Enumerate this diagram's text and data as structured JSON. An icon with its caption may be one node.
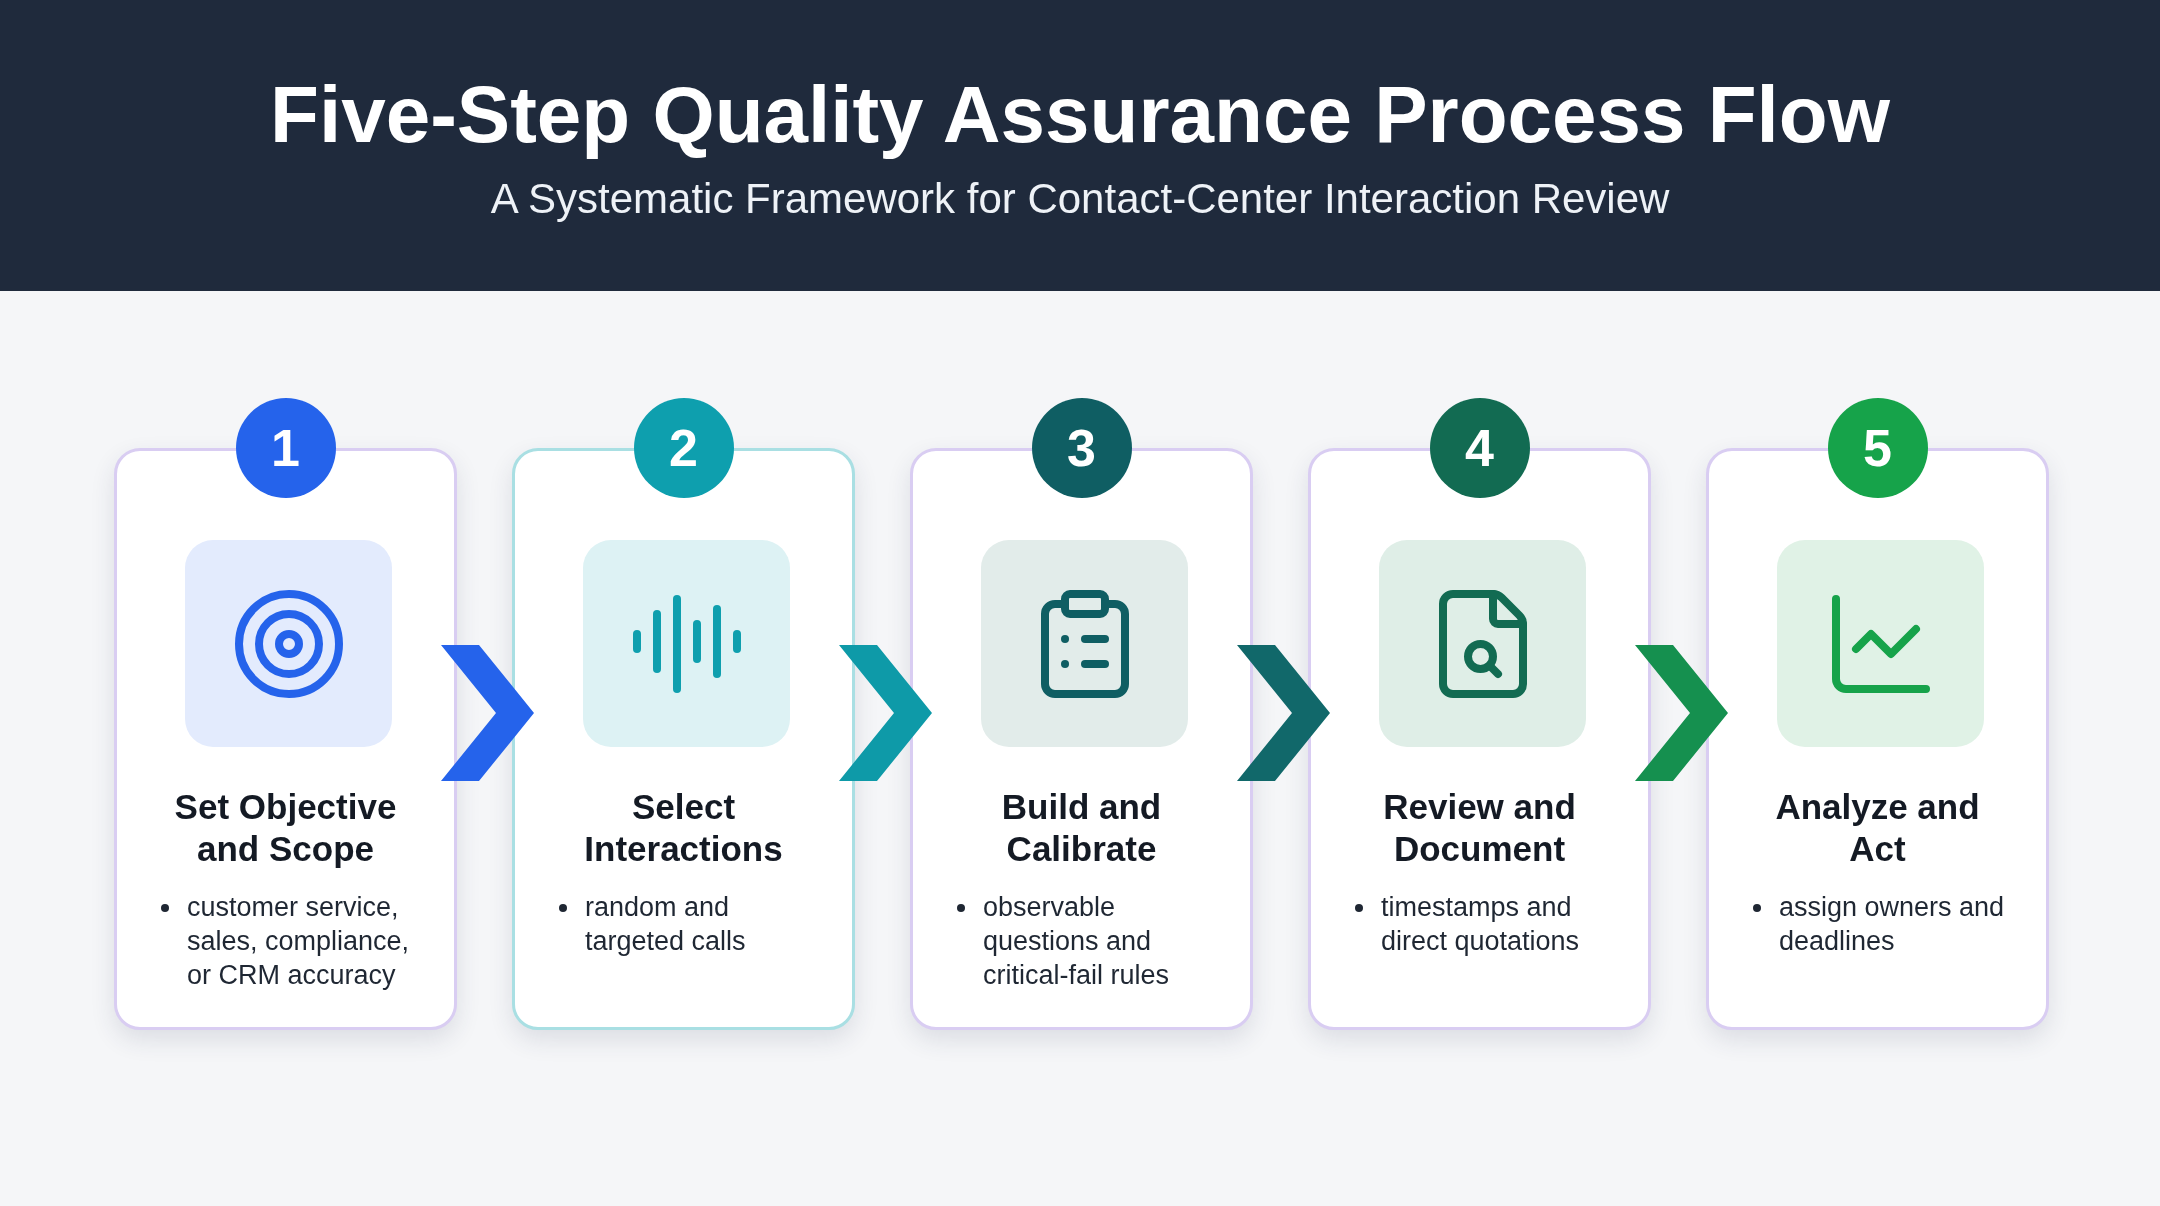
{
  "diagram": {
    "title": "Five-Step Quality Assurance Process Flow",
    "caption": "A Systematic Framework for Contact-Center Interaction Review",
    "nodes": [
      {
        "text": [
          "Set Objective and Scope",
          "customer service, sales, compliance, or CRM accuracy"
        ]
      },
      {
        "text": [
          "1"
        ]
      },
      {
        "text": [
          "Select Interactions",
          "random and targeted calls"
        ]
      },
      {
        "text": [
          "2"
        ]
      },
      {
        "text": [
          "Build and Calibrate",
          "observable questions and critical-fail rules"
        ]
      },
      {
        "text": [
          "3"
        ]
      },
      {
        "text": [
          "Review and Document",
          "timestamps and direct quotations"
        ]
      },
      {
        "text": [
          "4"
        ]
      },
      {
        "text": [
          "Analyze and Act",
          "assign owners and deadlines"
        ]
      },
      {
        "text": [
          "5"
        ]
      }
    ],
    "edges": [
      {
        "from": 0,
        "to": 2,
        "arrow": "to",
        "color": "#2563eb"
      },
      {
        "from": 2,
        "to": 4,
        "arrow": "to",
        "color": "#0e9aa8"
      },
      {
        "from": 4,
        "to": 6,
        "arrow": "to",
        "color": "#11686a"
      },
      {
        "from": 6,
        "to": 8,
        "arrow": "to",
        "color": "#15904f"
      }
    ]
  }
}
